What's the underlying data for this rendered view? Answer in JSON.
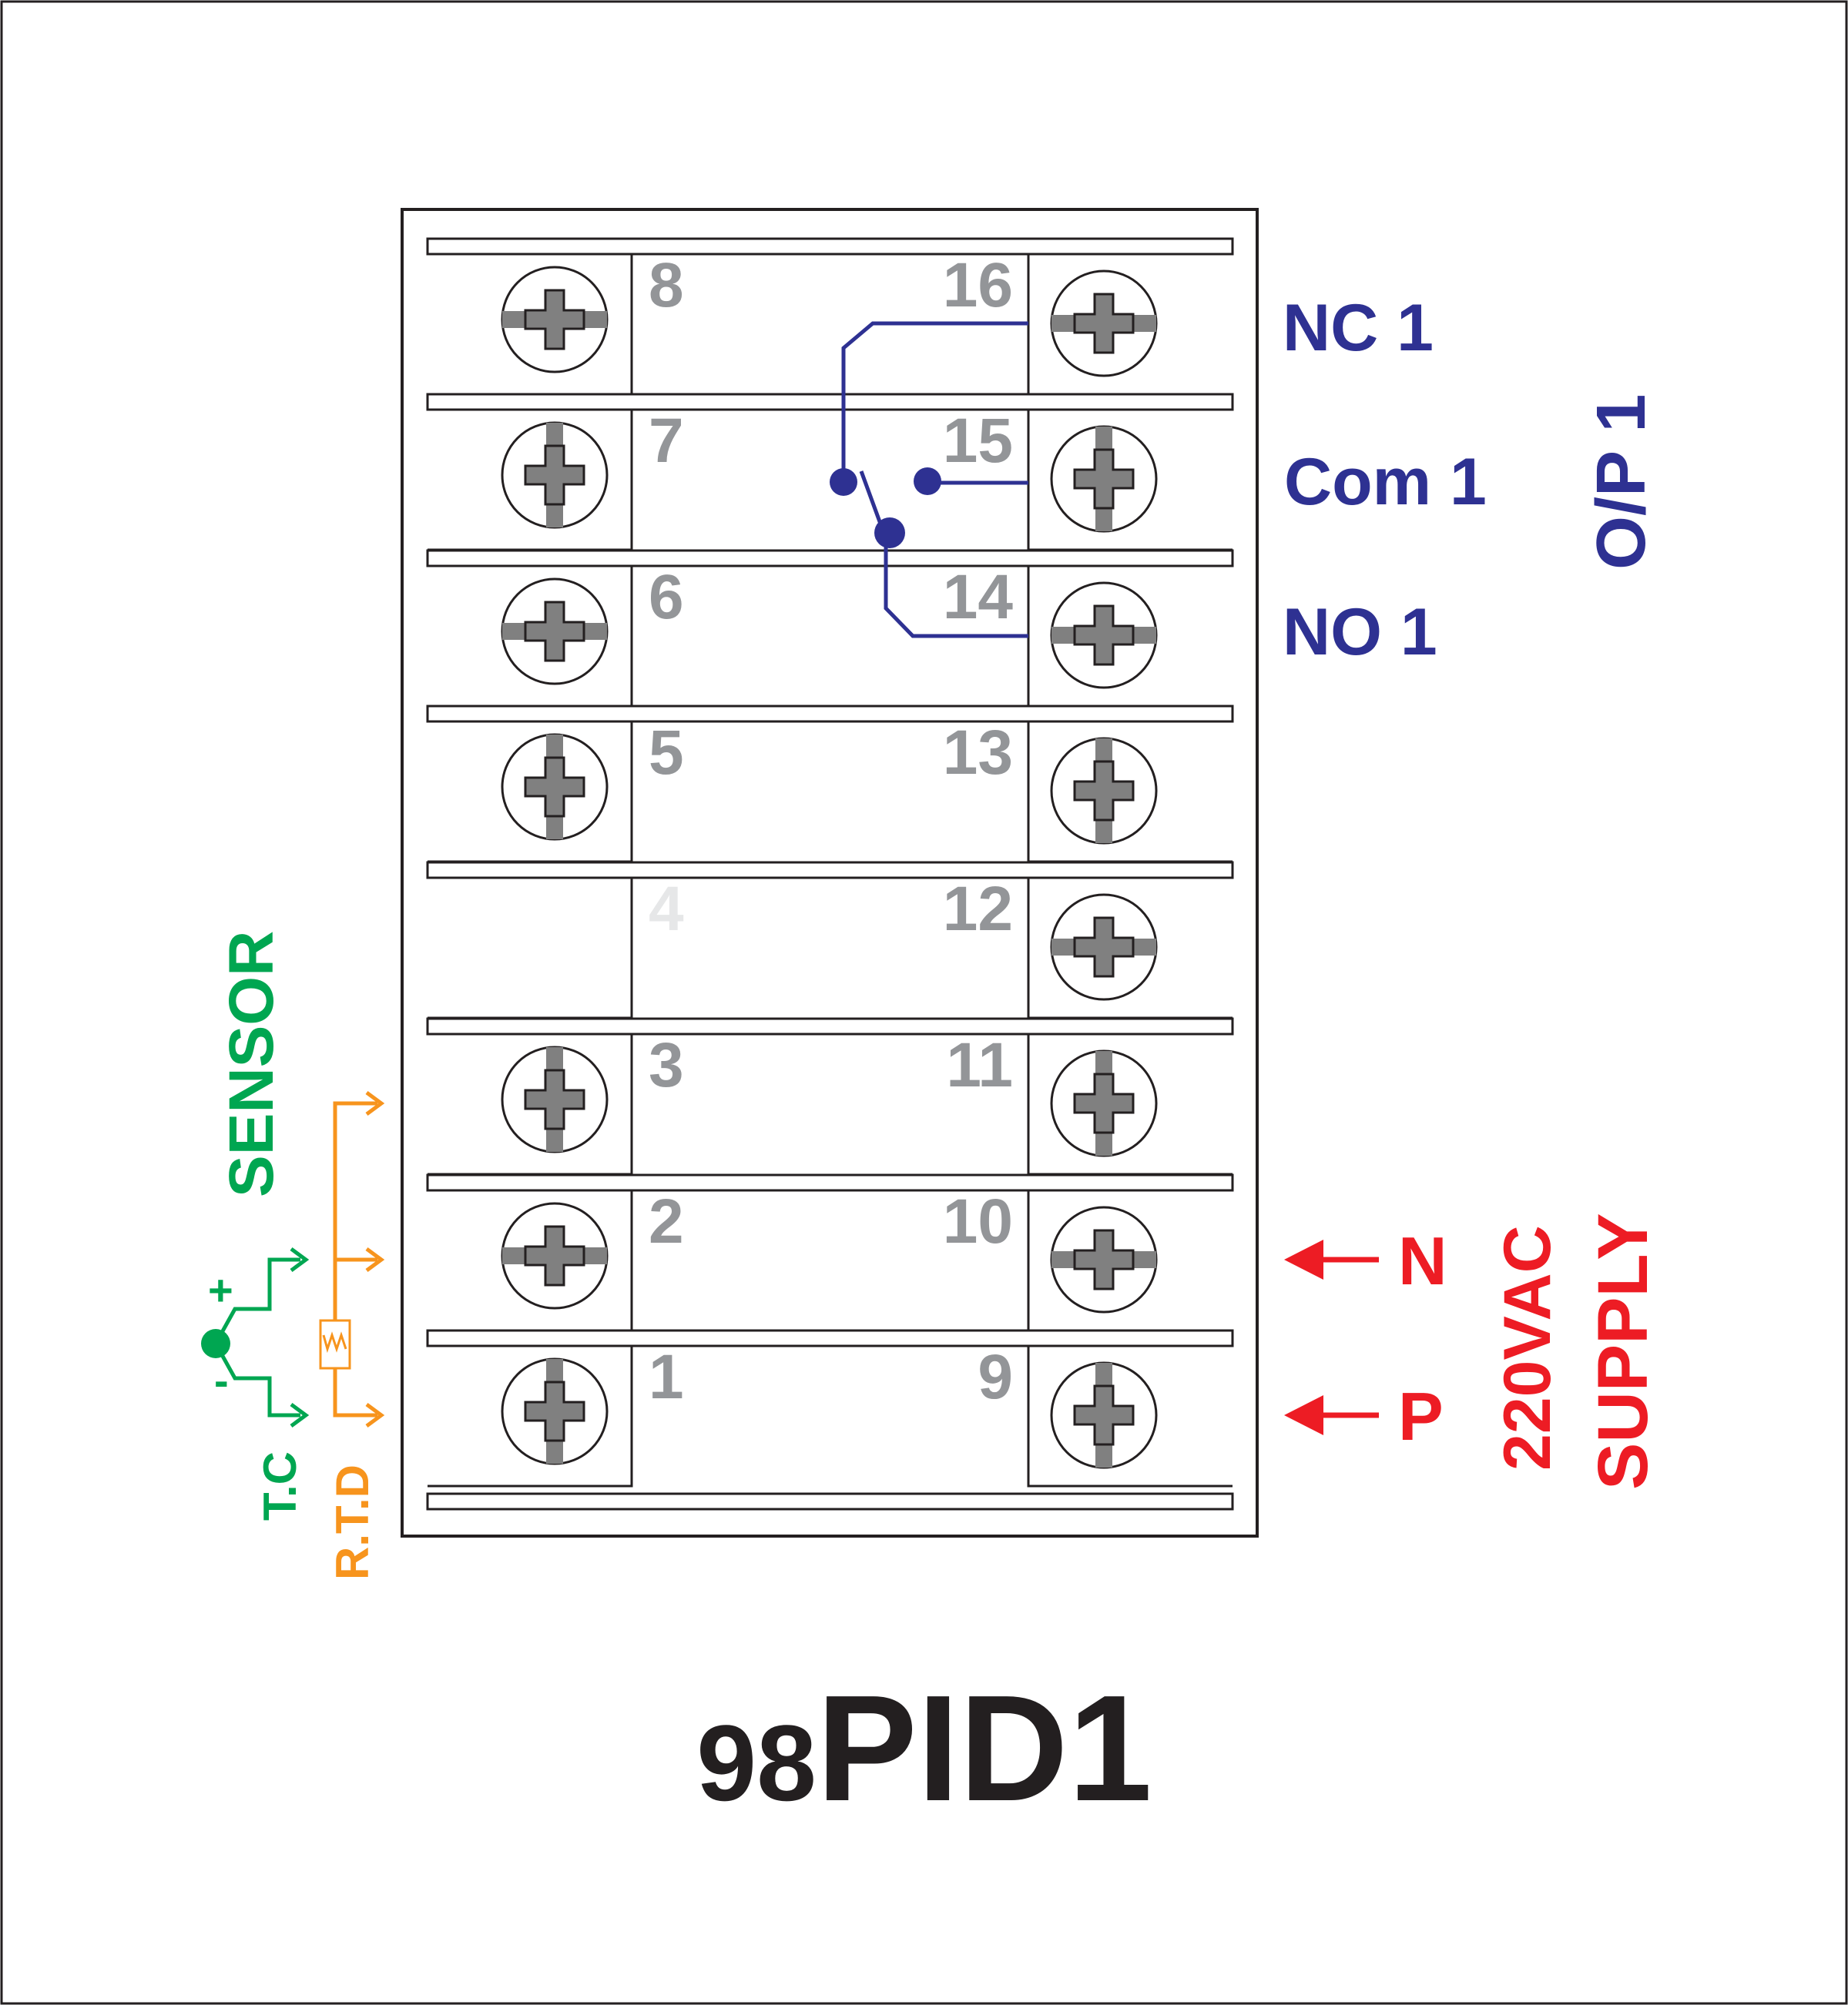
{
  "model": {
    "prefix": "98",
    "name": "PID1"
  },
  "terminals_left": [
    {
      "num": "8",
      "screw": true,
      "rot": 0
    },
    {
      "num": "7",
      "screw": true,
      "rot": 90
    },
    {
      "num": "6",
      "screw": true,
      "rot": 0
    },
    {
      "num": "5",
      "screw": true,
      "rot": 90
    },
    {
      "num": "4",
      "screw": false,
      "rot": 0
    },
    {
      "num": "3",
      "screw": true,
      "rot": 90
    },
    {
      "num": "2",
      "screw": true,
      "rot": 0
    },
    {
      "num": "1",
      "screw": true,
      "rot": 90
    }
  ],
  "terminals_right": [
    {
      "num": "16",
      "screw": true,
      "rot": 0
    },
    {
      "num": "15",
      "screw": true,
      "rot": 90
    },
    {
      "num": "14",
      "screw": true,
      "rot": 0
    },
    {
      "num": "13",
      "screw": true,
      "rot": 90
    },
    {
      "num": "12",
      "screw": true,
      "rot": 0
    },
    {
      "num": "11",
      "screw": true,
      "rot": 90
    },
    {
      "num": "10",
      "screw": true,
      "rot": 0
    },
    {
      "num": "9",
      "screw": true,
      "rot": 90
    }
  ],
  "output": {
    "nc": "NC 1",
    "com": "Com 1",
    "no": "NO 1",
    "group": "O/P 1"
  },
  "supply": {
    "n": "N",
    "p": "P",
    "voltage": "220VAC",
    "label": "SUPPLY"
  },
  "sensor": {
    "title": "SENSOR",
    "tc": "T.C",
    "rtd": "R.T.D",
    "plus": "+",
    "minus": "-"
  },
  "colors": {
    "output": "#2e3192",
    "supply": "#ed1c24",
    "sensor_tc": "#00a651",
    "sensor_rtd": "#f7941d",
    "terminal_num": "#939598",
    "terminal_num_disabled": "#e6e7e8",
    "screw": "#808080",
    "model": "#231f20"
  }
}
